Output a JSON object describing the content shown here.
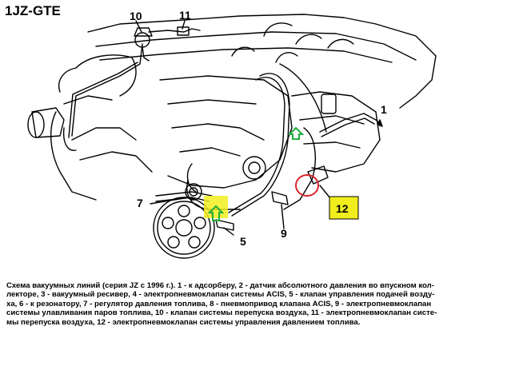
{
  "title": "1JZ-GTE",
  "callouts": {
    "c1": "1",
    "c5": "5",
    "c7": "7",
    "c9": "9",
    "c10": "10",
    "c11": "11",
    "c12": "12"
  },
  "caption": {
    "line1": "Схема вакуумных линий (серия JZ с 1996 г.). 1 - к адсорберу, 2 - датчик абсолютного давления во впускном кол-",
    "line2": "лекторе, 3 - вакуумный ресивер, 4 - электропневмоклапан системы ACIS, 5 - клапан управления подачей возду-",
    "line3": "ха, 6 - к резонатору, 7 - регулятор давления топлива, 8 - пневмопривод клапана ACIS, 9 - электропневмоклапан",
    "line4": "системы улавливания паров топлива, 10 - клапан системы перепуска воздуха, 11 - электропневмоклапан систе-",
    "line5": "мы перепуска воздуха, 12 - электропневмоклапан системы управления давлением топлива."
  },
  "colors": {
    "ink": "#000000",
    "highlight_yellow": "#f2ee1e",
    "highlight_green": "#1fae3c",
    "highlight_red": "#d9242a",
    "background": "#ffffff"
  }
}
